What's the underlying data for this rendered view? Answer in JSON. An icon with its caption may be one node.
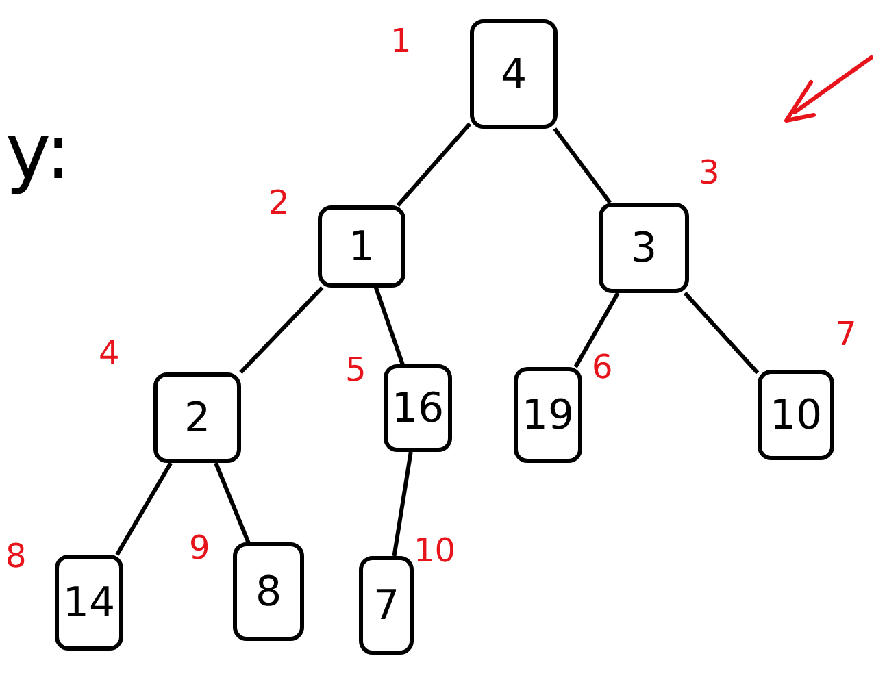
{
  "diagram": {
    "nodes": [
      {
        "text": [
          "4"
        ],
        "beside": [
          "1"
        ]
      },
      {
        "text": [
          "1"
        ],
        "beside": [
          "2"
        ]
      },
      {
        "text": [
          "3"
        ],
        "beside": [
          "3"
        ]
      },
      {
        "text": [
          "2"
        ],
        "beside": [
          "4"
        ]
      },
      {
        "text": [
          "16"
        ],
        "beside": [
          "5"
        ]
      },
      {
        "text": [
          "19"
        ],
        "beside": [
          "6"
        ]
      },
      {
        "text": [
          "10"
        ],
        "beside": [
          "7"
        ]
      },
      {
        "text": [
          "14"
        ],
        "beside": [
          "8"
        ]
      },
      {
        "text": [
          "8"
        ],
        "beside": [
          "9"
        ]
      },
      {
        "text": [
          "7"
        ],
        "beside": [
          "10"
        ]
      }
    ],
    "edges": [
      {
        "from": 0,
        "to": 1,
        "arrow": "none"
      },
      {
        "from": 0,
        "to": 2,
        "arrow": "none"
      },
      {
        "from": 1,
        "to": 3,
        "arrow": "none"
      },
      {
        "from": 1,
        "to": 4,
        "arrow": "none"
      },
      {
        "from": 2,
        "to": 5,
        "arrow": "none"
      },
      {
        "from": 2,
        "to": 6,
        "arrow": "none"
      },
      {
        "from": 3,
        "to": 7,
        "arrow": "none"
      },
      {
        "from": 3,
        "to": 8,
        "arrow": "none"
      },
      {
        "from": 4,
        "to": 9,
        "arrow": "none"
      }
    ],
    "labels": [
      "y:"
    ]
  }
}
